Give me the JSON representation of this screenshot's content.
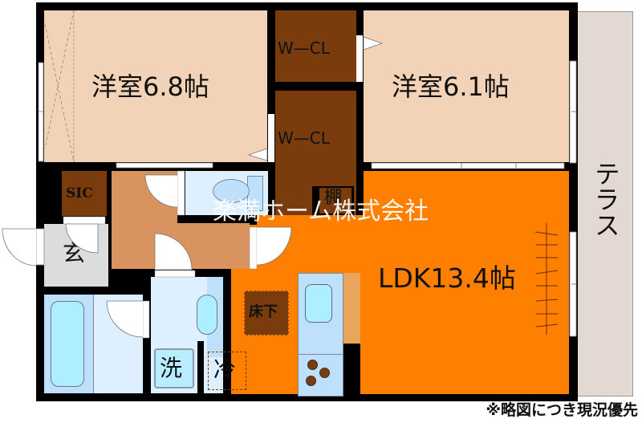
{
  "rooms": {
    "western_room_1": {
      "label": "洋室6.8帖",
      "color": "#f2d3b7"
    },
    "western_room_2": {
      "label": "洋室6.1帖",
      "color": "#f2d3b7"
    },
    "walk_in_closet_1": {
      "label": "W—CL",
      "color": "#7a3c0c"
    },
    "walk_in_closet_2": {
      "label": "W—CL",
      "color": "#7a3c0c"
    },
    "shoe_closet": {
      "label": "SIC",
      "color": "#7a3c0c"
    },
    "shelf": {
      "label": "棚",
      "color": "#7a3c0c"
    },
    "entrance": {
      "label": "玄",
      "color": "#dcdcdc"
    },
    "hallway": {
      "color": "#d9935e"
    },
    "ldk": {
      "label": "LDK13.4帖",
      "color": "#ff8000"
    },
    "terrace": {
      "label": "テラス",
      "color": "#e3d9d2"
    },
    "toilet": {
      "color": "#deefff"
    },
    "bathroom": {
      "color": "#deefff"
    },
    "washroom": {
      "color": "#deefff"
    },
    "underfloor_storage": {
      "label": "床下",
      "color": "#7a3c0c"
    },
    "washing_machine": {
      "label": "洗",
      "color": "#b8ecff"
    },
    "refrigerator": {
      "label": "冷"
    }
  },
  "watermark": "楽満ホーム株式会社",
  "note": "※略図につき現況優先",
  "colors": {
    "wall": "#000000",
    "fixture_blue": "#bfe0fb",
    "fixture_light": "#aeefff",
    "counter": "#e9a55c",
    "burner": "#7a3c0c"
  }
}
